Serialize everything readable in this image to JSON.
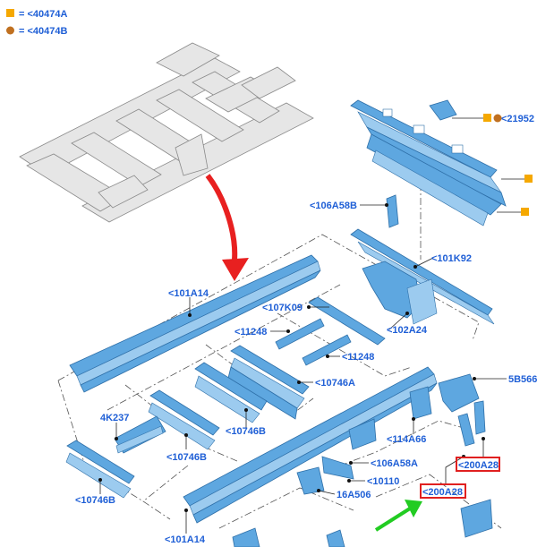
{
  "legend": [
    {
      "label": "= <40474A",
      "color": "#f5a800",
      "shape": "square"
    },
    {
      "label": "= <40474B",
      "color": "#c07020",
      "shape": "circle"
    }
  ],
  "callouts": {
    "c21952": "<21952",
    "c106A58B": "<106A58B",
    "c101K92": "<101K92",
    "c101A14_top": "<101A14",
    "c107K09": "<107K09",
    "c102A24": "<102A24",
    "c11248_a": "<11248",
    "c11248_b": "<11248",
    "c10746A": "<10746A",
    "c4K237": "4K237",
    "c10746B_a": "<10746B",
    "c10746B_b": "<10746B",
    "c10746B_c": "<10746B",
    "c5B566": "5B566",
    "c114A66": "<114A66",
    "c106A58A": "<106A58A",
    "c200A28_a": "<200A28",
    "c200A28_b": "<200A28",
    "c10110": "<10110",
    "c16A506": "16A506",
    "c101A14_bottom": "<101A14"
  },
  "colors": {
    "callout_text": "#1f5fd6",
    "part_fill": "#5ea7e0",
    "highlight_box": "#e02020",
    "red_arrow": "#e82020",
    "green_arrow": "#22cc22",
    "marker_square": "#f5a800",
    "marker_circle": "#c07020"
  }
}
